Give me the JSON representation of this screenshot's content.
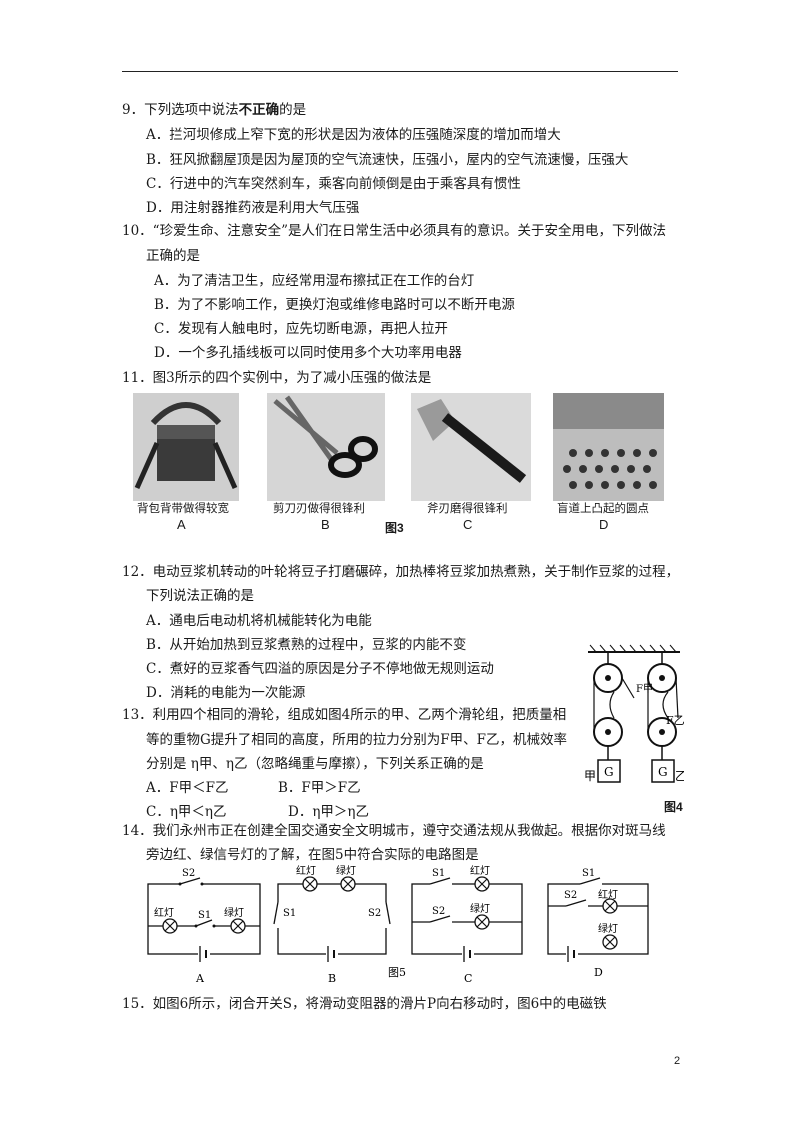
{
  "q9": {
    "stem_pre": "9．下列选项中说法",
    "stem_bold": "不正确",
    "stem_post": "的是",
    "options": [
      "A．拦河坝修成上窄下宽的形状是因为液体的压强随深度的增加而增大",
      "B．狂风掀翻屋顶是因为屋顶的空气流速快，压强小，屋内的空气流速慢，压强大",
      "C．行进中的汽车突然刹车，乘客向前倾倒是由于乘客具有惯性",
      "D．用注射器推药液是利用大气压强"
    ]
  },
  "q10": {
    "stem1": "10．“珍爱生命、注意安全”是人们在日常生活中必须具有的意识。关于安全用电，下列做法",
    "stem2": "正确的是",
    "options": [
      "A．为了清洁卫生，应经常用湿布擦拭正在工作的台灯",
      "B．为了不影响工作，更换灯泡或维修电路时可以不断开电源",
      "C．发现有人触电时，应先切断电源，再把人拉开",
      "D．一个多孔插线板可以同时使用多个大功率用电器"
    ]
  },
  "q11": {
    "stem": "11．图3所示的四个实例中，为了减小压强的做法是",
    "figure_title": "图3",
    "images": [
      {
        "caption": "背包背带做得较宽",
        "letter": "A"
      },
      {
        "caption": "剪刀刃做得很锋利",
        "letter": "B"
      },
      {
        "caption": "斧刃磨得很锋利",
        "letter": "C"
      },
      {
        "caption": "盲道上凸起的圆点",
        "letter": "D"
      }
    ]
  },
  "q12": {
    "stem1": "12．电动豆浆机转动的叶轮将豆子打磨碾碎，加热棒将豆浆加热煮熟，关于制作豆浆的过程，",
    "stem2": "下列说法正确的是",
    "options": [
      "A．通电后电动机将机械能转化为电能",
      "B．从开始加热到豆浆煮熟的过程中，豆浆的内能不变",
      "C．煮好的豆浆香气四溢的原因是分子不停地做无规则运动",
      "D．消耗的电能为一次能源"
    ]
  },
  "q13": {
    "stem1": "13．利用四个相同的滑轮，组成如图4所示的甲、乙两个滑轮组，把质量相",
    "stem2": "等的重物G提升了相同的高度，所用的拉力分别为F甲、F乙，机械效率",
    "stem3": "分别是 η甲、η乙（忽略绳重与摩擦），下列关系正确的是",
    "optA": "A．F甲＜F乙",
    "optB": "B．F甲＞F乙",
    "optC": "C．η甲＜η乙",
    "optD": "D．η甲＞η乙",
    "figure_title": "图4",
    "fig_labels": {
      "left": "甲",
      "right": "乙",
      "weight": "G",
      "force_left": "F甲",
      "force_right": "F乙"
    }
  },
  "q14": {
    "stem1": "14．我们永州市正在创建全国交通安全文明城市，遵守交通法规从我做起。根据你对斑马线",
    "stem2": "旁边红、绿信号灯的了解，在图5中符合实际的电路图是",
    "figure_title": "图5",
    "labels": {
      "red": "红灯",
      "green": "绿灯",
      "s1": "S1",
      "s2": "S2"
    },
    "letters": [
      "A",
      "B",
      "C",
      "D"
    ]
  },
  "q15": {
    "stem": "15．如图6所示，闭合开关S，将滑动变阻器的滑片P向右移动时，图6中的电磁铁"
  },
  "page_number": "2"
}
